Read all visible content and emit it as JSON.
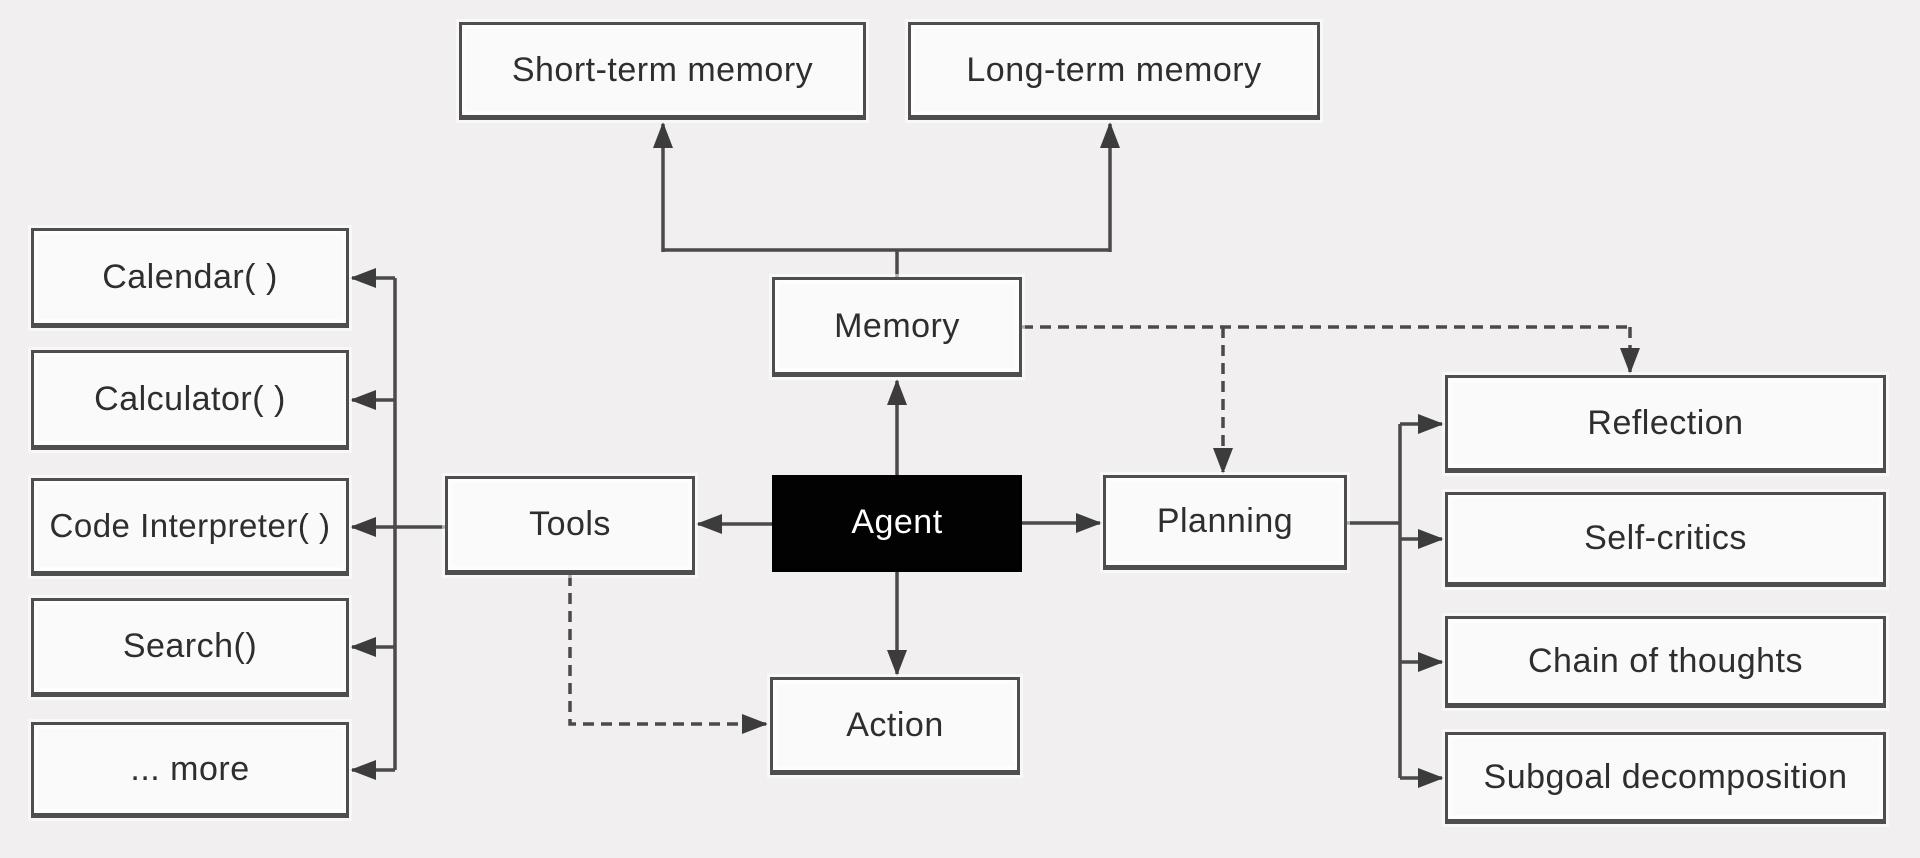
{
  "diagram": {
    "background_color": "#f1eff0",
    "box_fill": "#fbfafa",
    "box_border_color": "#4e4e4e",
    "line_color": "#4a4a4a",
    "agent_box_fill": "#020202",
    "agent_text_color": "#ffffff"
  },
  "nodes": {
    "short_term_memory": {
      "label": "Short-term memory"
    },
    "long_term_memory": {
      "label": "Long-term memory"
    },
    "memory": {
      "label": "Memory"
    },
    "agent": {
      "label": "Agent"
    },
    "tools": {
      "label": "Tools"
    },
    "action": {
      "label": "Action"
    },
    "planning": {
      "label": "Planning"
    },
    "calendar": {
      "label": "Calendar( )"
    },
    "calculator": {
      "label": "Calculator( )"
    },
    "code_interpreter": {
      "label": "Code Interpreter( )"
    },
    "search": {
      "label": "Search()"
    },
    "more": {
      "label": "... more"
    },
    "reflection": {
      "label": "Reflection"
    },
    "self_critics": {
      "label": "Self-critics"
    },
    "chain_of_thoughts": {
      "label": "Chain of thoughts"
    },
    "subgoal_decomposition": {
      "label": "Subgoal decomposition"
    }
  },
  "edges": [
    {
      "from": "memory",
      "to": "short_term_memory",
      "style": "solid",
      "arrow": "to"
    },
    {
      "from": "memory",
      "to": "long_term_memory",
      "style": "solid",
      "arrow": "to"
    },
    {
      "from": "agent",
      "to": "memory",
      "style": "solid",
      "arrow": "to"
    },
    {
      "from": "agent",
      "to": "tools",
      "style": "solid",
      "arrow": "to"
    },
    {
      "from": "agent",
      "to": "planning",
      "style": "solid",
      "arrow": "to"
    },
    {
      "from": "agent",
      "to": "action",
      "style": "solid",
      "arrow": "to"
    },
    {
      "from": "tools",
      "to": "calendar",
      "style": "solid",
      "arrow": "to"
    },
    {
      "from": "tools",
      "to": "calculator",
      "style": "solid",
      "arrow": "to"
    },
    {
      "from": "tools",
      "to": "code_interpreter",
      "style": "solid",
      "arrow": "to"
    },
    {
      "from": "tools",
      "to": "search",
      "style": "solid",
      "arrow": "to"
    },
    {
      "from": "tools",
      "to": "more",
      "style": "solid",
      "arrow": "to"
    },
    {
      "from": "tools",
      "to": "action",
      "style": "dashed",
      "arrow": "to"
    },
    {
      "from": "memory",
      "to": "planning",
      "style": "dashed",
      "arrow": "to"
    },
    {
      "from": "memory",
      "to": "reflection",
      "style": "dashed",
      "arrow": "to"
    },
    {
      "from": "planning",
      "to": "reflection",
      "style": "solid",
      "arrow": "to"
    },
    {
      "from": "planning",
      "to": "self_critics",
      "style": "solid",
      "arrow": "to"
    },
    {
      "from": "planning",
      "to": "chain_of_thoughts",
      "style": "solid",
      "arrow": "to"
    },
    {
      "from": "planning",
      "to": "subgoal_decomposition",
      "style": "solid",
      "arrow": "to"
    }
  ]
}
